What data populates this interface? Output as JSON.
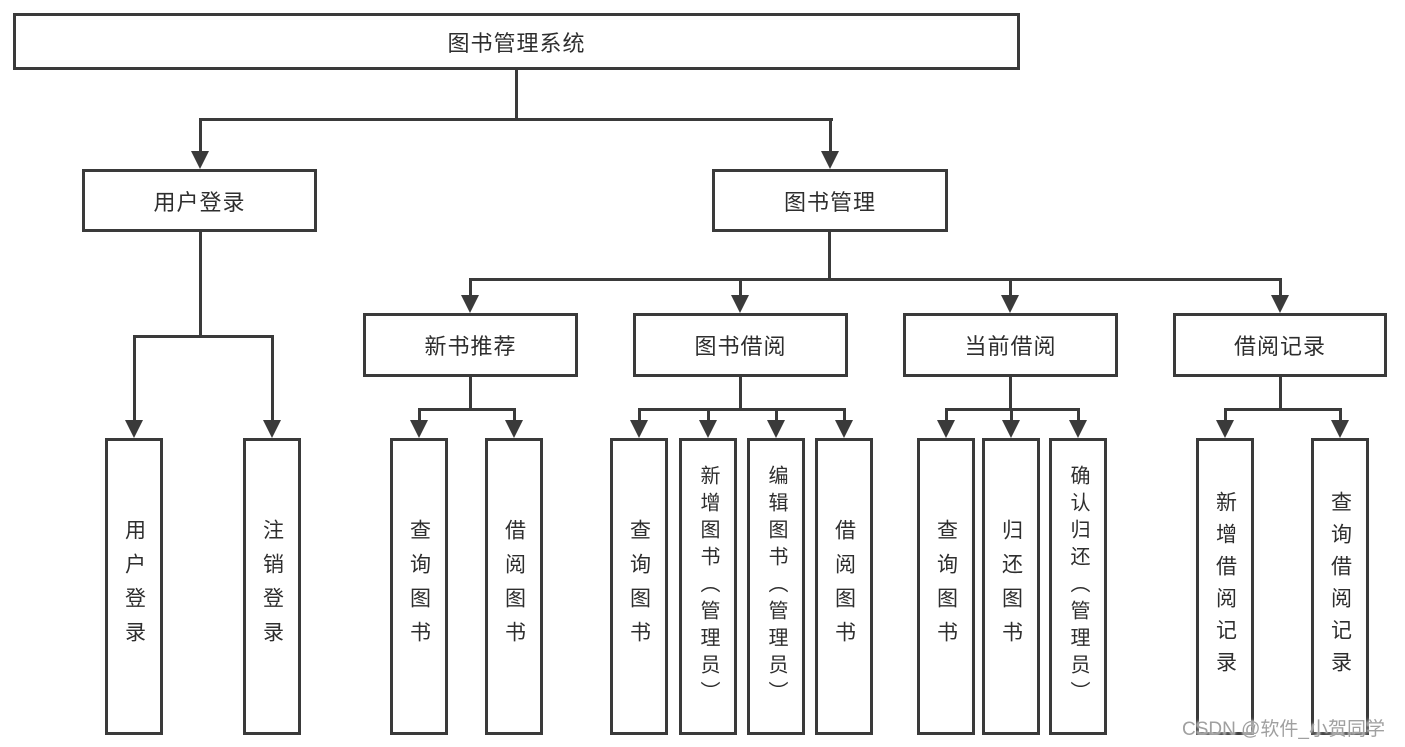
{
  "colors": {
    "line": "#3a3a3a",
    "text": "#2e2e2e",
    "watermark": "#a0a0a0",
    "background": "#ffffff"
  },
  "watermark": "CSDN @软件_小贺同学",
  "tree": {
    "root": "图书管理系统",
    "level2": {
      "user_login": "用户登录",
      "book_mgmt": "图书管理"
    },
    "level3": {
      "new_books": "新书推荐",
      "book_borrow": "图书借阅",
      "current_borrow": "当前借阅",
      "borrow_records": "借阅记录"
    },
    "leaves": {
      "a1": "用户登录",
      "a2": "注销登录",
      "b1": "查询图书",
      "b2": "借阅图书",
      "c1": "查询图书",
      "c2": "新增图书（管理员）",
      "c3": "编辑图书（管理员）",
      "c4": "借阅图书",
      "d1": "查询图书",
      "d2": "归还图书",
      "d3": "确认归还（管理员）",
      "e1": "新增借阅记录",
      "e2": "查询借阅记录"
    }
  }
}
